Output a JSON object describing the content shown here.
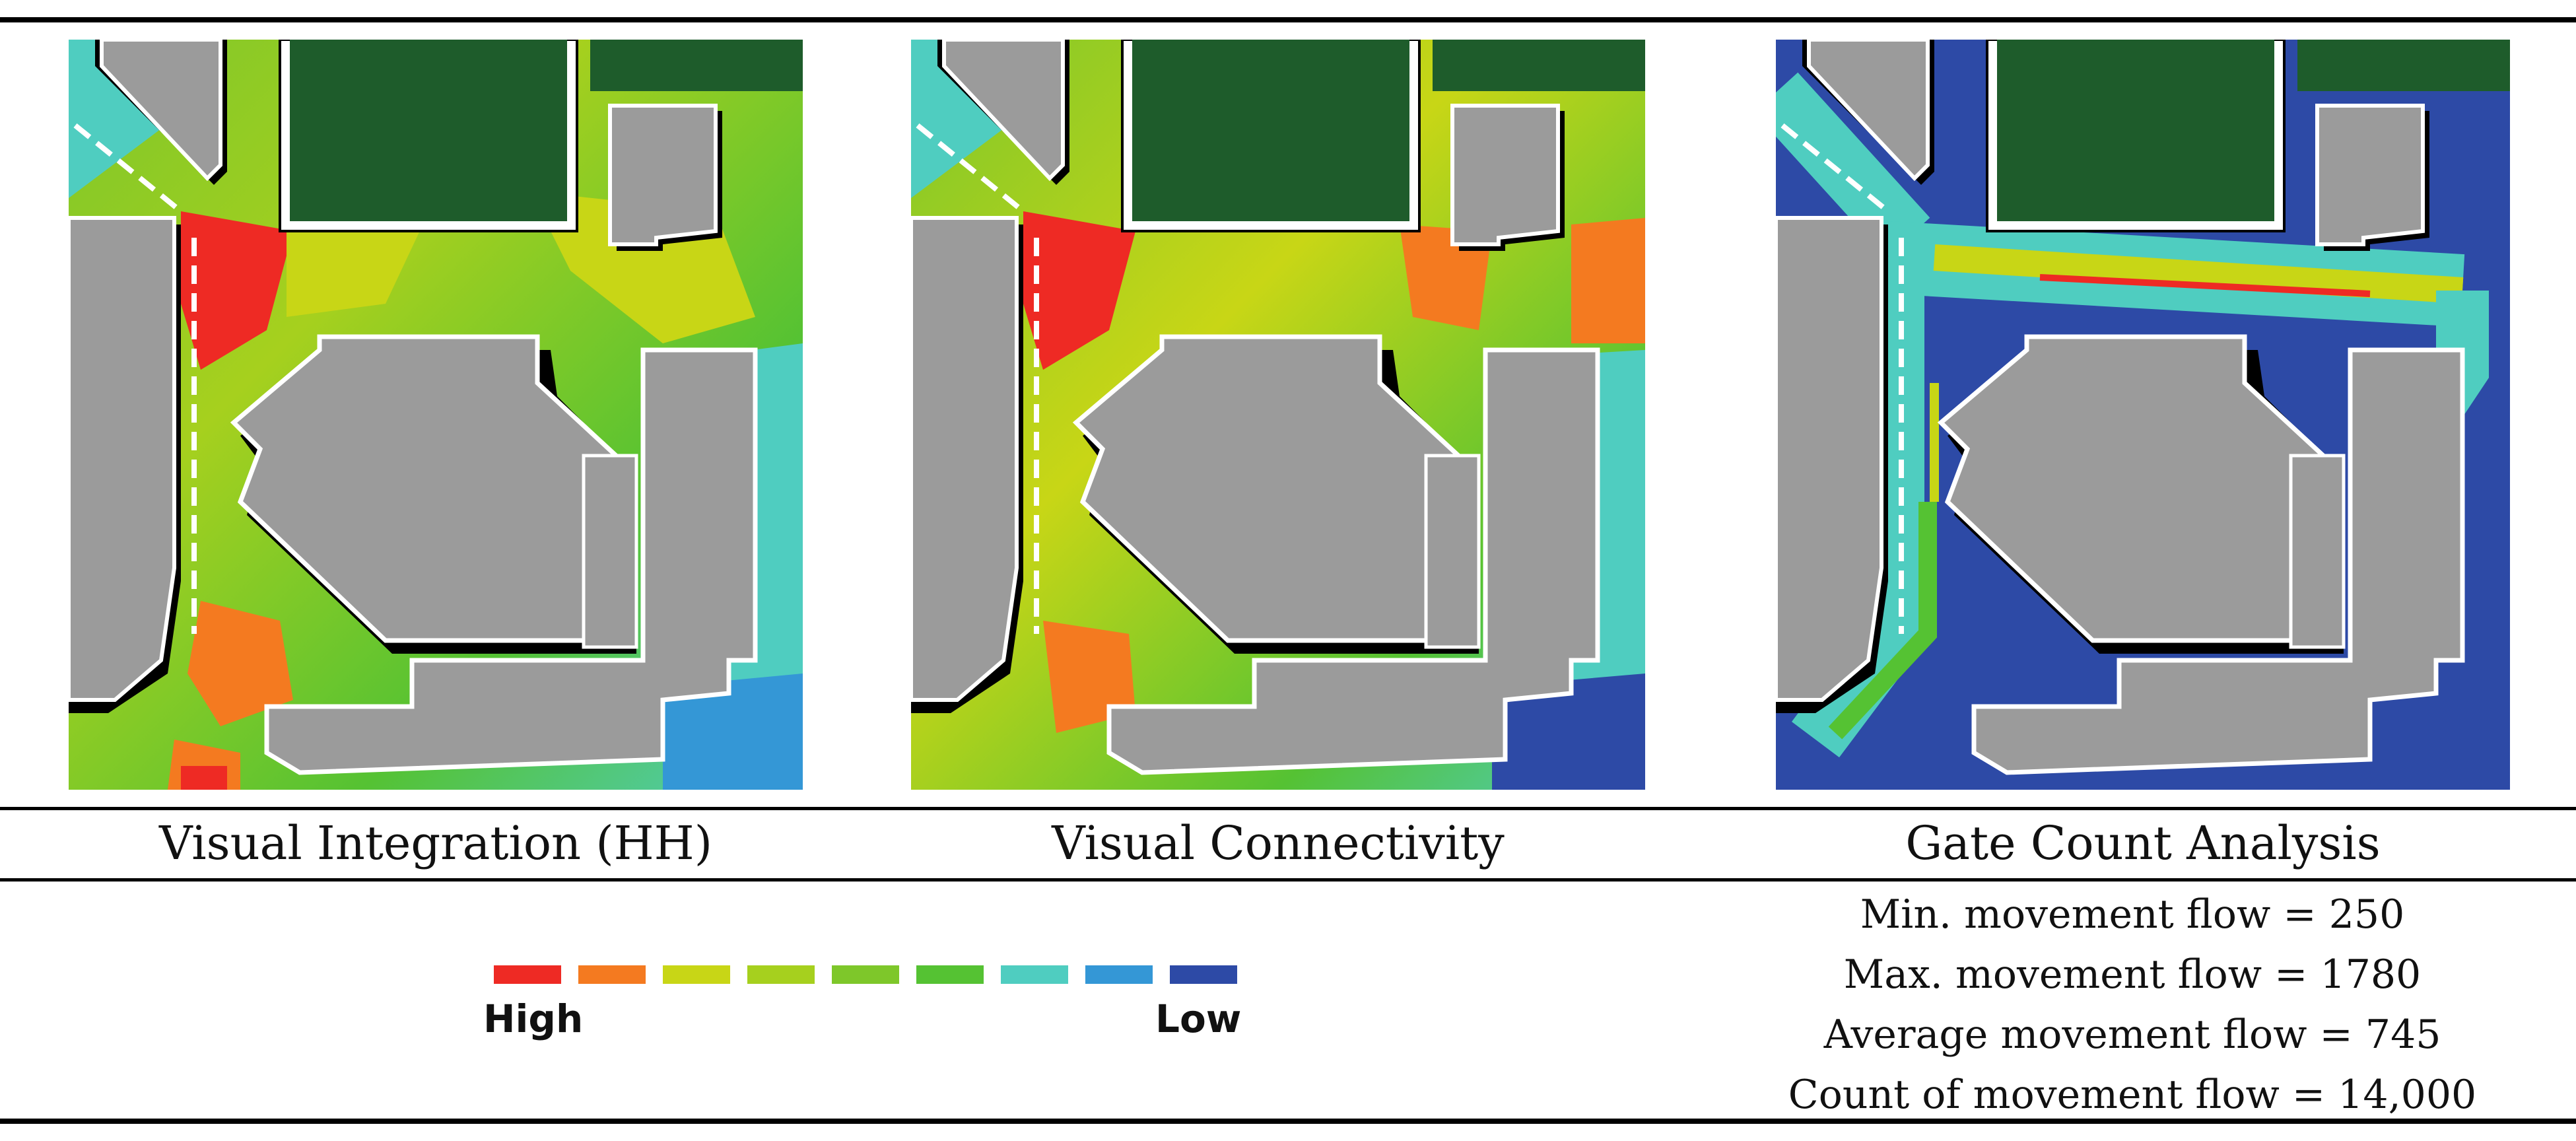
{
  "panels": [
    {
      "caption": "Visual Integration (HH)",
      "scheme": "integration"
    },
    {
      "caption": "Visual Connectivity",
      "scheme": "connectivity"
    },
    {
      "caption": "Gate Count Analysis",
      "scheme": "gatecount"
    }
  ],
  "legend": {
    "high_label": "High",
    "low_label": "Low",
    "colors": [
      "#ee2a24",
      "#f47a20",
      "#c8d616",
      "#a6d01e",
      "#7ec72a",
      "#55c233",
      "#4fcdc0",
      "#3497d6",
      "#2d4aa6"
    ]
  },
  "gate_count_stats": {
    "min": "Min. movement flow = 250",
    "max": "Max. movement flow = 1780",
    "average": "Average movement flow = 745",
    "count": "Count of movement flow = 14,000"
  },
  "colors": {
    "building": "#9b9b9b",
    "green_block": "#1e5c2b",
    "outline": "#ffffff",
    "rule": "#000000"
  }
}
